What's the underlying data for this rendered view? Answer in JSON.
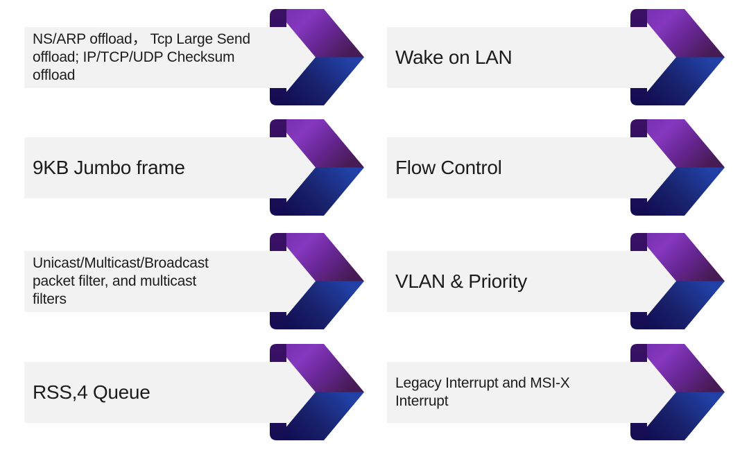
{
  "slide": {
    "background_color": "#ffffff",
    "bar_color": "#f2f2f2",
    "text_color": "#1c1c1c",
    "icon": {
      "name": "chevron-arrow",
      "fold_purple_dark": "#3b1166",
      "fold_navy_dark": "#120d52",
      "ribbon_purple_bright": "#8538bf",
      "ribbon_purple_dark": "#471c55",
      "ribbon_blue_dark": "#110c52",
      "ribbon_blue_bright": "#2141a6"
    },
    "items": [
      {
        "text": "NS/ARP offload， Tcp Large Send\noffload; IP/TCP/UDP Checksum\noffload",
        "size": "small"
      },
      {
        "text": "Wake on LAN",
        "size": "large"
      },
      {
        "text": "9KB Jumbo frame",
        "size": "large"
      },
      {
        "text": "Flow Control",
        "size": "large"
      },
      {
        "text": "Unicast/Multicast/Broadcast\npacket filter, and multicast\nfilters",
        "size": "small"
      },
      {
        "text": "VLAN & Priority",
        "size": "large"
      },
      {
        "text": "RSS,4 Queue",
        "size": "large"
      },
      {
        "text": "Legacy Interrupt and MSI-X\nInterrupt",
        "size": "small"
      }
    ]
  }
}
